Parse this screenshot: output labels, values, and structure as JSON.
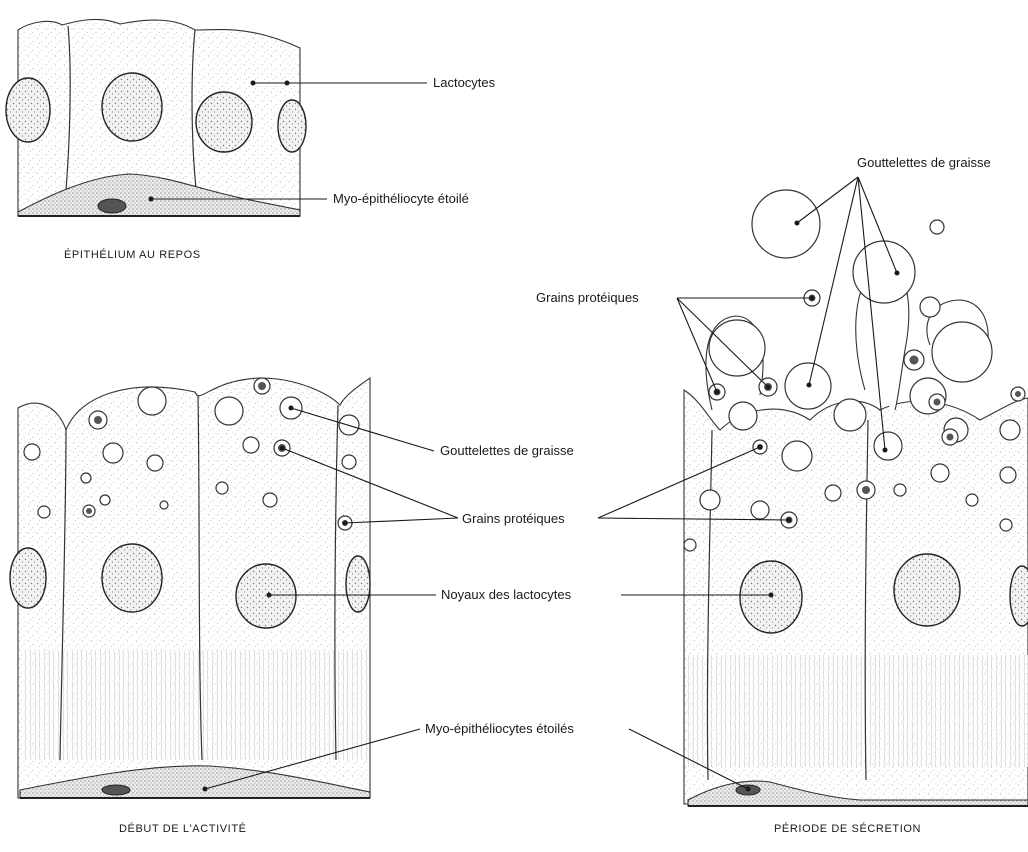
{
  "panels": {
    "repos": {
      "caption": "ÉPITHÉLIUM AU REPOS"
    },
    "debut": {
      "caption": "DÉBUT DE L'ACTIVITÉ"
    },
    "secretion": {
      "caption": "PÉRIODE DE SÉCRETION"
    }
  },
  "labels": {
    "lactocytes": "Lactocytes",
    "myo_etoile": "Myo-épithéliocyte étoilé",
    "gouttelettes_debut": "Gouttelettes de graisse",
    "gouttelettes_secretion": "Gouttelettes de graisse",
    "grains_secretion": "Grains protéiques",
    "grains_center": "Grains protéiques",
    "noyaux": "Noyaux des lactocytes",
    "myo_etoiles": "Myo-épithéliocytes étoilés"
  },
  "colors": {
    "ink": "#1a1a1a",
    "background": "#ffffff",
    "stipple": "#b8b8b8"
  }
}
